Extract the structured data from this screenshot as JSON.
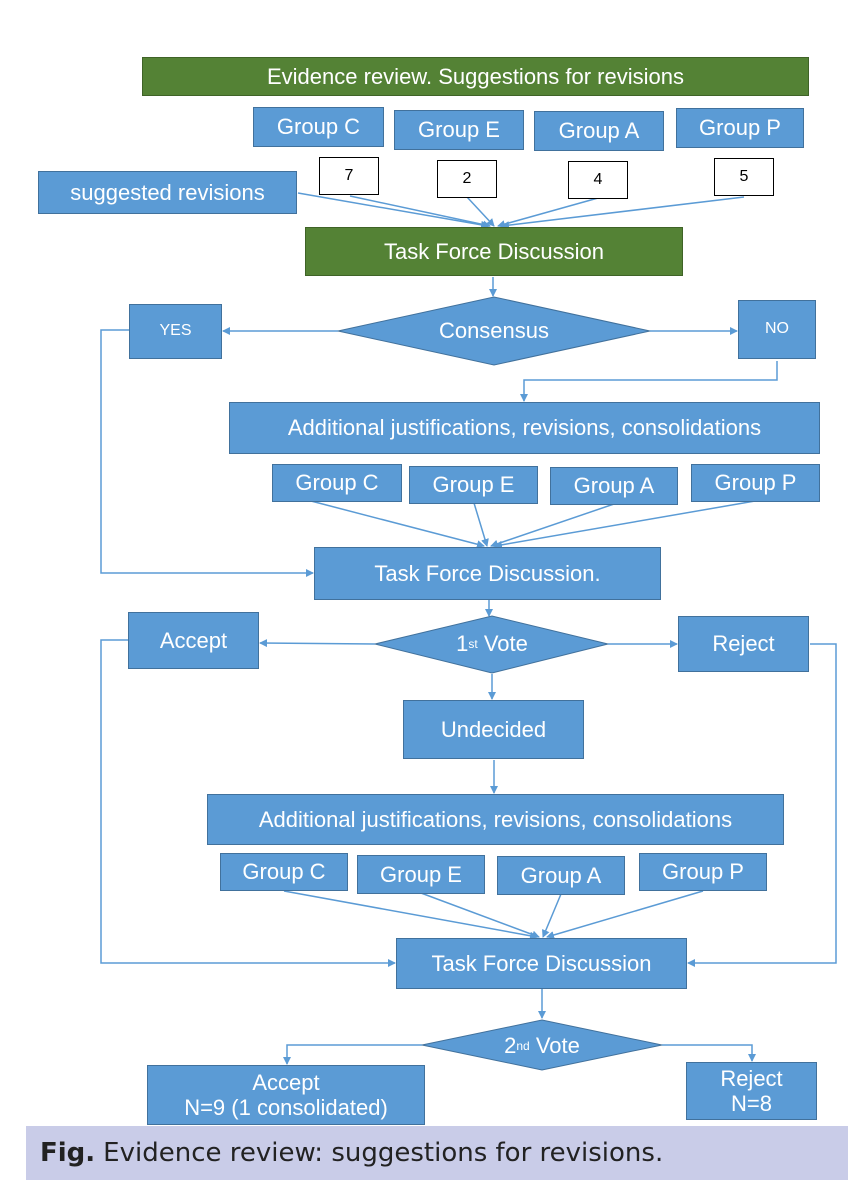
{
  "colors": {
    "box_blue": "#5b9bd5",
    "box_green": "#548235",
    "connector": "#5b9bd5",
    "caption_bg": "#c9cce8"
  },
  "header": "Evidence review. Suggestions for revisions",
  "suggested_revisions": "suggested revisions",
  "groups": [
    "Group C",
    "Group E",
    "Group A",
    "Group P"
  ],
  "group_counts": [
    "7",
    "2",
    "4",
    "5"
  ],
  "task_force_1": "Task Force Discussion",
  "consensus": "Consensus",
  "yes": "YES",
  "no": "NO",
  "additional_1": "Additional justifications, revisions, consolidations",
  "task_force_2": "Task Force Discussion.",
  "vote1": {
    "prefix": "1",
    "sup": "st",
    "suffix": " Vote"
  },
  "accept": "Accept",
  "reject": "Reject",
  "undecided": "Undecided",
  "additional_2": "Additional justifications, revisions, consolidations",
  "task_force_3": "Task Force Discussion",
  "vote2": {
    "prefix": "2",
    "sup": "nd",
    "suffix": " Vote"
  },
  "final_accept": {
    "line1": "Accept",
    "line2": "N=9 (1 consolidated)"
  },
  "final_reject": {
    "line1": "Reject",
    "line2": "N=8"
  },
  "caption": {
    "label": "Fig.",
    "text": "Evidence review: suggestions for revisions."
  }
}
